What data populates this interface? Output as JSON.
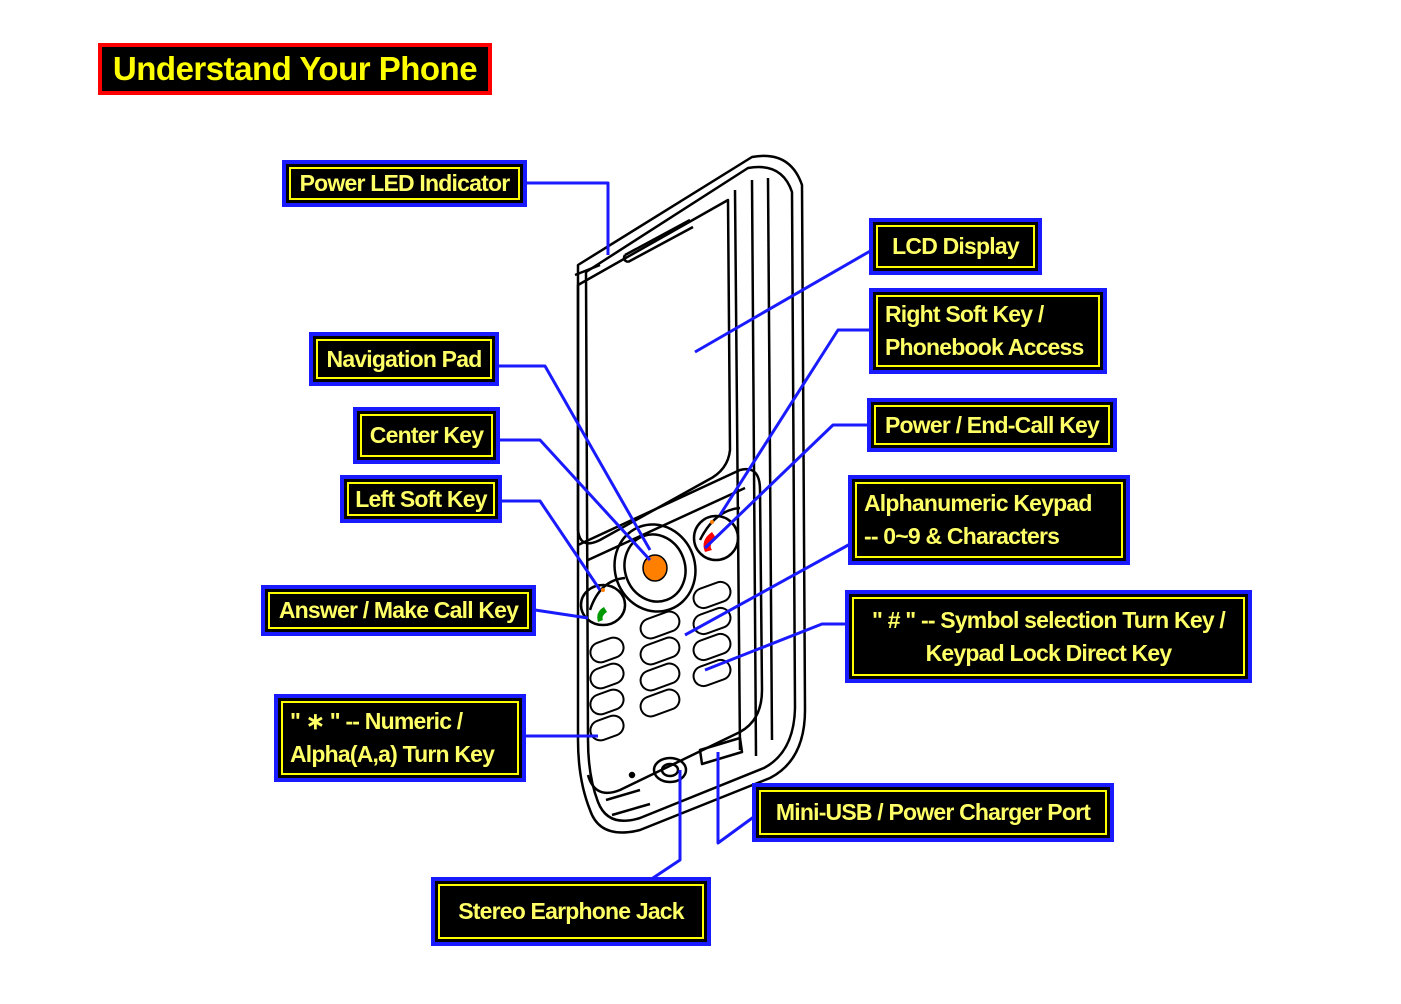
{
  "title": "Understand Your Phone",
  "callouts": {
    "power_led": "Power LED Indicator",
    "lcd_display": "LCD Display",
    "right_soft_key": [
      "Right Soft Key /",
      "Phonebook Access"
    ],
    "navigation_pad": "Navigation Pad",
    "center_key": "Center Key",
    "power_end_call": "Power / End-Call Key",
    "left_soft_key": "Left Soft Key",
    "alphanumeric_keypad": [
      "Alphanumeric Keypad",
      "-- 0~9 & Characters"
    ],
    "answer_make_call": "Answer / Make Call Key",
    "hash_key": [
      "\" # \" -- Symbol selection Turn Key /",
      "Keypad Lock Direct Key"
    ],
    "star_key": [
      "\" ∗ \" -- Numeric /",
      "Alpha(A,a) Turn Key"
    ],
    "mini_usb": "Mini-USB / Power Charger Port",
    "earphone_jack": "Stereo Earphone Jack"
  },
  "colors": {
    "title_border": "#ff0000",
    "callout_border": "#1a1aff",
    "callout_text": "#ffff66",
    "leader_line": "#1a1aff",
    "center_key": "#ff8000",
    "end_call_icon": "#ff0000",
    "answer_icon": "#009900"
  }
}
